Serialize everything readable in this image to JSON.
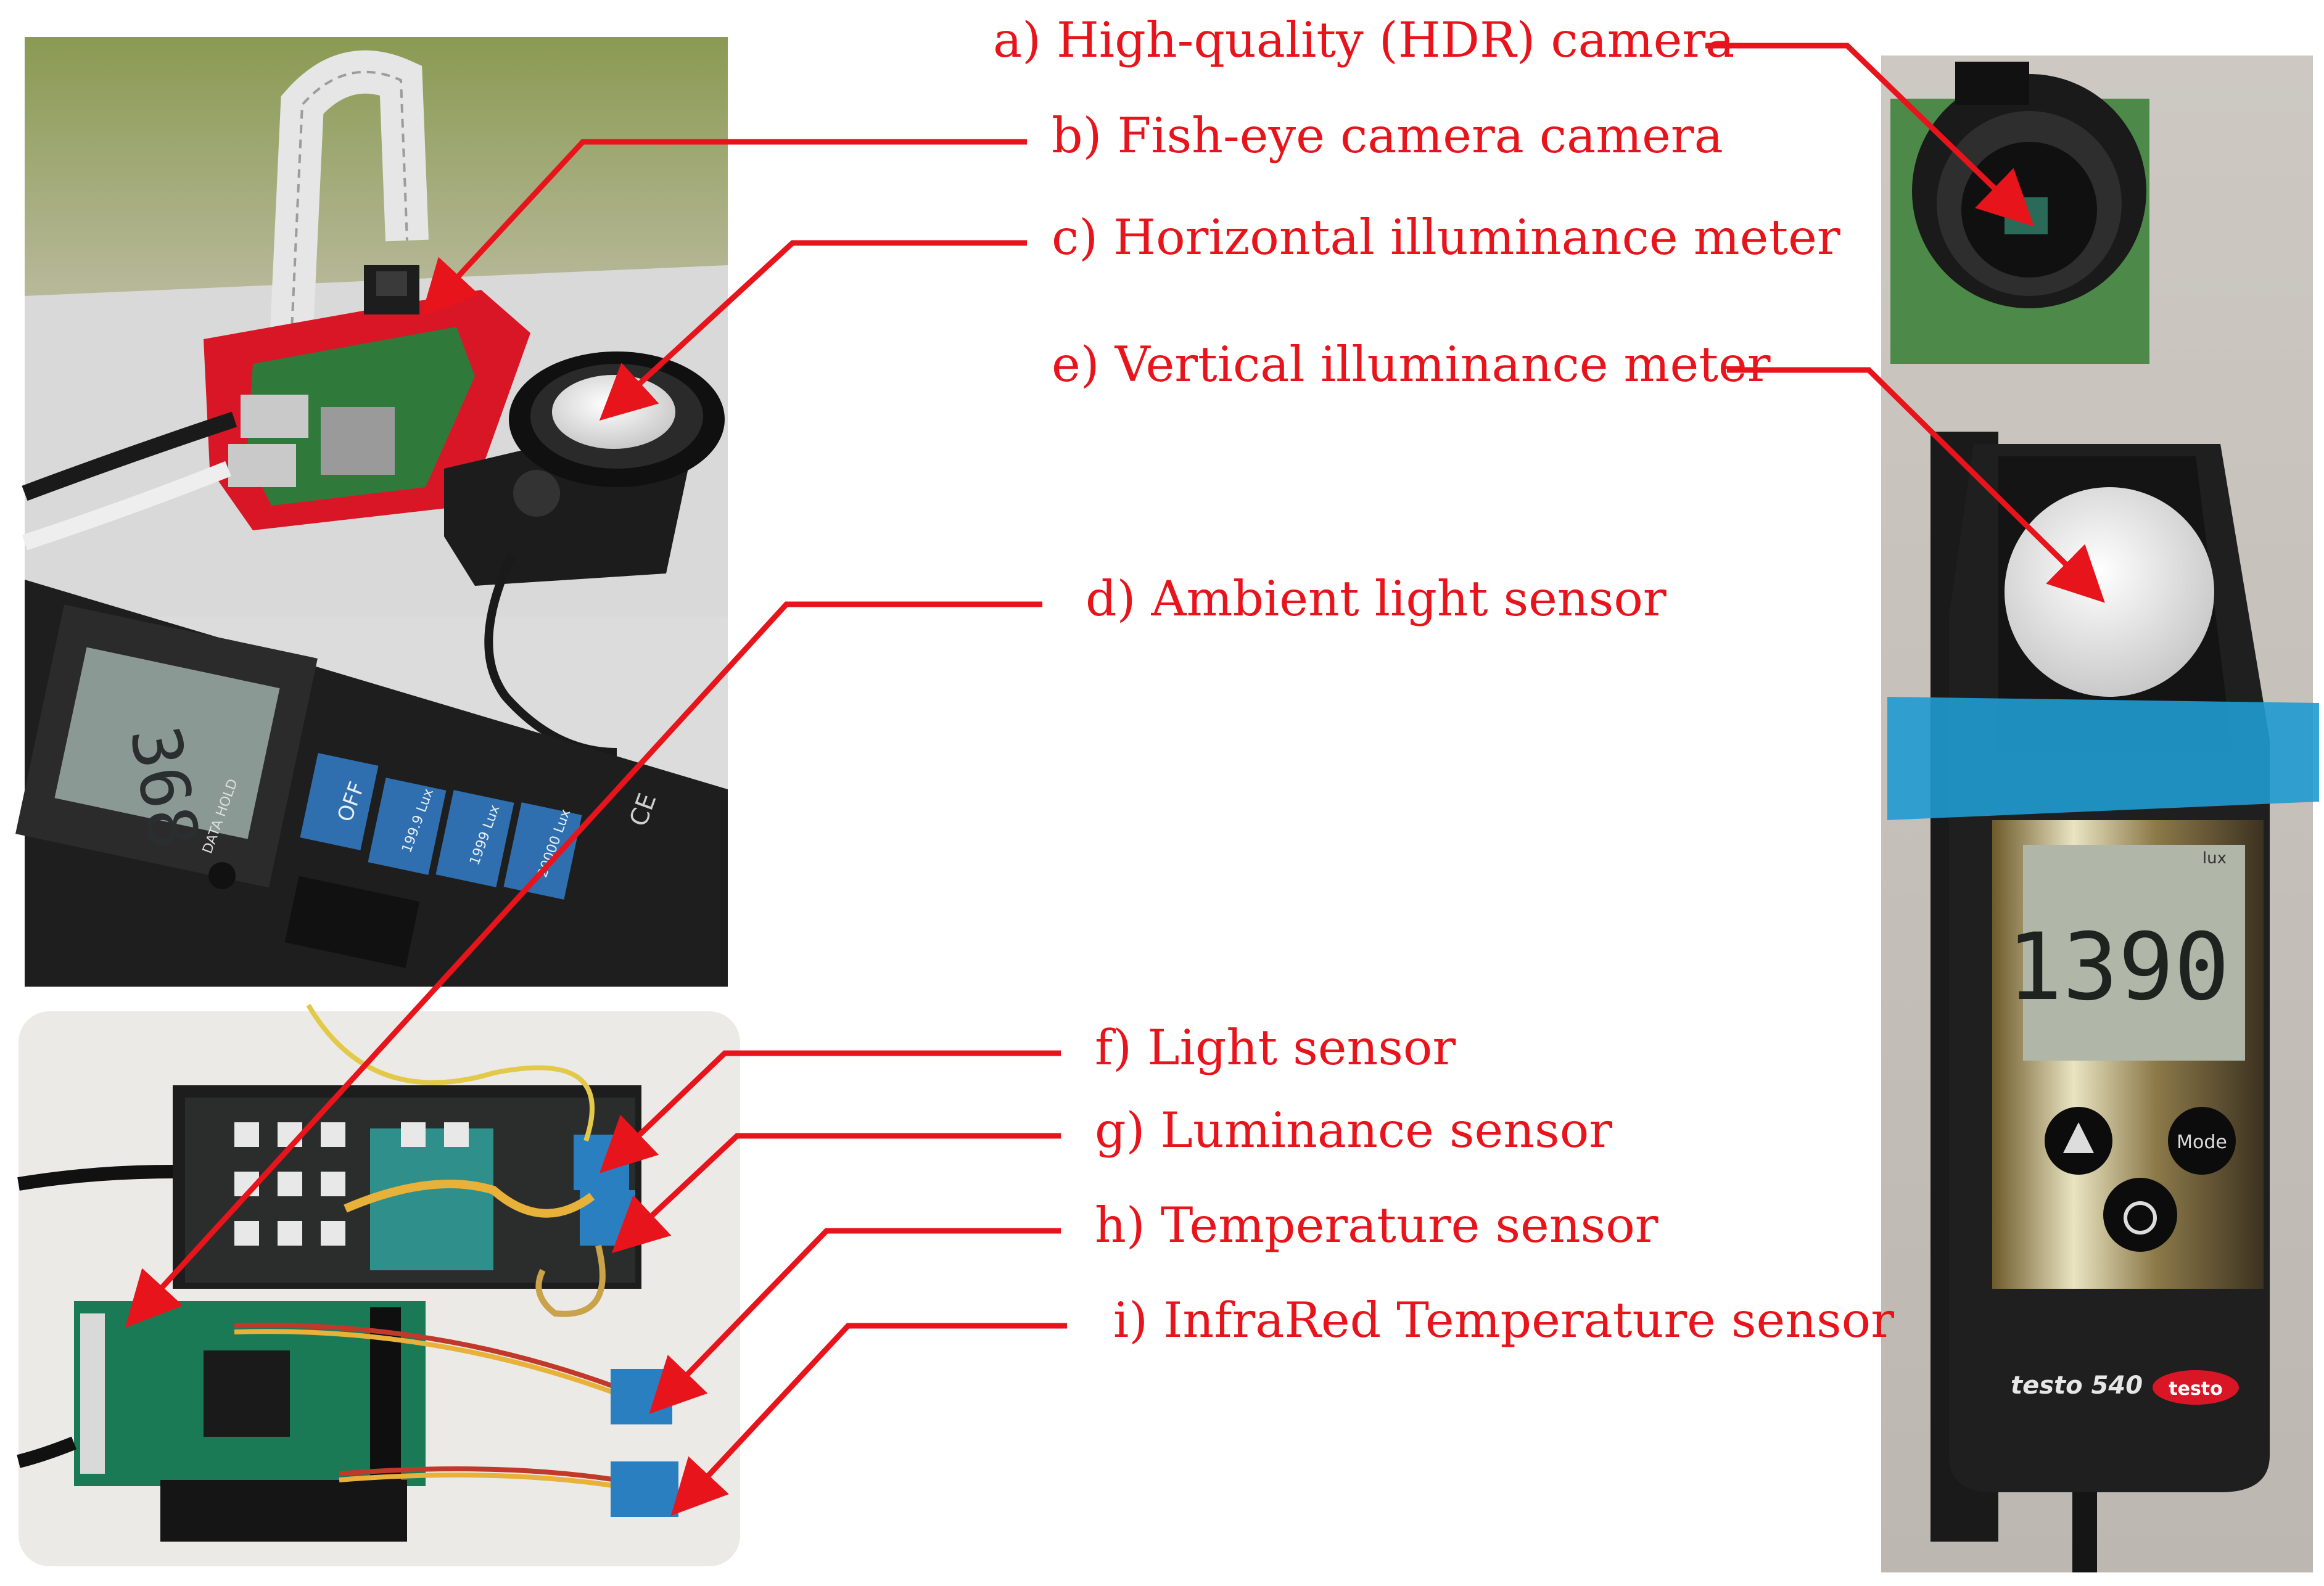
{
  "labels": {
    "a": "a) High-quality (HDR) camera",
    "b": "b) Fish-eye camera camera",
    "c": "c) Horizontal illuminance meter",
    "d": "d) Ambient light sensor",
    "e": "e) Vertical illuminance meter",
    "f": "f) Light sensor",
    "g": "g) Luminance sensor",
    "h": "h) Temperature sensor",
    "i": "i) InfraRed Temperature sensor"
  },
  "device_text": {
    "lux_meter_display": "368",
    "lux_meter_hold": "DATA HOLD",
    "lux_meter_off": "OFF",
    "lux_meter_range1": "199.9 Lux",
    "lux_meter_range2": "1999 Lux",
    "lux_meter_range3": "20000 Lux",
    "lux_meter_ce": "CE",
    "testo_display": "1390",
    "testo_unit": "lux",
    "testo_model": "testo 540",
    "testo_brand": "testo",
    "testo_mode": "Mode"
  },
  "colors": {
    "annotation": "#e8141c",
    "background": "#ffffff"
  }
}
